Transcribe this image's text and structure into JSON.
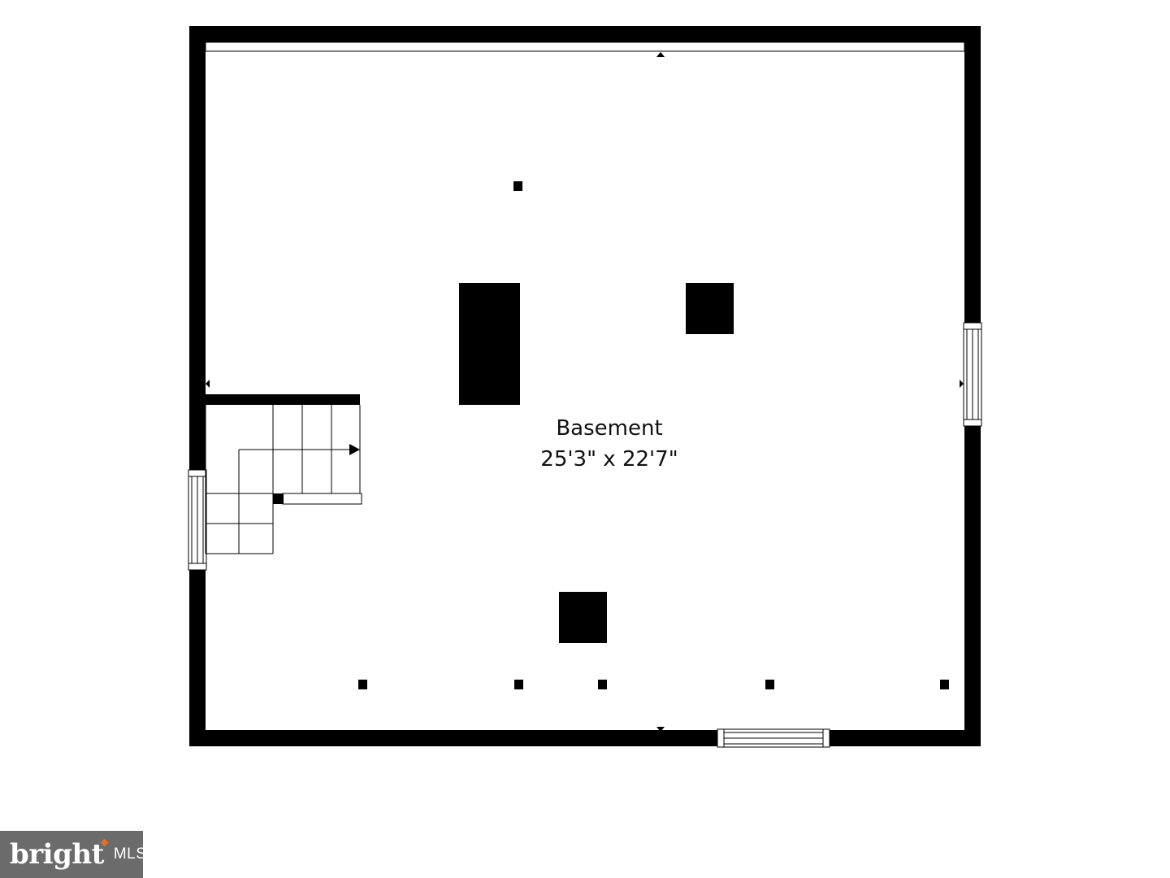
{
  "room": {
    "name": "Basement",
    "dimensions": "25'3\" x 22'7\""
  },
  "watermark": {
    "brand": "bright",
    "suffix": "MLS"
  },
  "colors": {
    "wall": "#000000",
    "background": "#ffffff",
    "watermark_bg": "#6b6b6b",
    "watermark_accent": "#e0702a"
  }
}
